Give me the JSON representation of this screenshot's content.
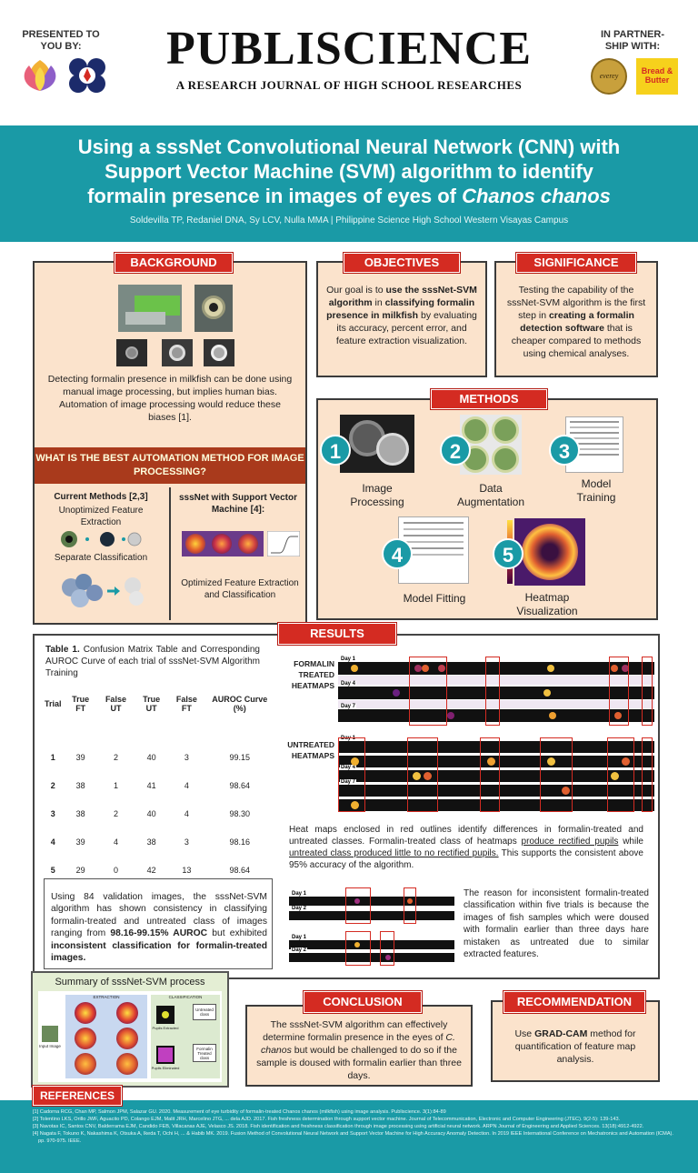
{
  "header": {
    "presented_by": "PRESENTED TO YOU BY:",
    "masthead": "PUBLISCIENCE",
    "masthead_sub": "A RESEARCH JOURNAL OF HIGH SCHOOL RESEARCHES",
    "partnership": "IN PARTNER- SHIP WITH:",
    "partner1": "everey",
    "partner2": "Bread & Butter"
  },
  "title": {
    "line1": "Using a sssNet Convolutional Neural Network (CNN) with",
    "line2": "Support Vector Machine (SVM) algorithm to identify",
    "line3_a": "formalin presence in images of eyes of ",
    "line3_b": "Chanos chanos",
    "authors": "Soldevilla TP, Redaniel DNA, Sy LCV, Nulla MMA | Philippine Science High School Western Visayas Campus"
  },
  "background": {
    "tag": "BACKGROUND",
    "text": "Detecting formalin presence in milkfish can be done using manual image processing, but implies human bias. Automation of image processing would reduce these biases [1].",
    "question": "WHAT IS THE BEST AUTOMATION METHOD FOR IMAGE PROCESSING?",
    "current_title": "Current Methods [2,3]",
    "current_line1": "Unoptimized Feature Extraction",
    "current_line2": "Separate Classification",
    "sssnet_title": "sssNet with Support Vector Machine [4]:",
    "sssnet_line": "Optimized Feature Extraction and Classification"
  },
  "objectives": {
    "tag": "OBJECTIVES",
    "t1": "Our goal is to ",
    "b1": "use the sssNet-SVM algorithm",
    "t2": " in ",
    "b2": "classifying formalin presence in milkfish",
    "t3": " by evaluating its accuracy, percent error, and feature extraction visualization."
  },
  "significance": {
    "tag": "SIGNIFICANCE",
    "t1": "Testing the capability of the sssNet-SVM algorithm is the first step in ",
    "b1": "creating a formalin detection software",
    "t2": " that is cheaper compared to methods using chemical analyses."
  },
  "methods": {
    "tag": "METHODS",
    "steps": [
      {
        "num": "1",
        "label": "Image Processing"
      },
      {
        "num": "2",
        "label": "Data Augmentation"
      },
      {
        "num": "3",
        "label": "Model Training"
      },
      {
        "num": "4",
        "label": "Model Fitting"
      },
      {
        "num": "5",
        "label": "Heatmap Visualization"
      }
    ]
  },
  "results": {
    "tag": "RESULTS",
    "table_caption_bold": "Table 1.",
    "table_caption": " Confusion Matrix Table and Corresponding AUROC Curve of each trial of sssNet-SVM Algorithm Training",
    "columns": [
      "Trial",
      "True FT",
      "False UT",
      "True UT",
      "False FT",
      "AUROC Curve (%)"
    ],
    "rows": [
      [
        "1",
        "39",
        "2",
        "40",
        "3",
        "99.15"
      ],
      [
        "2",
        "38",
        "1",
        "41",
        "4",
        "98.64"
      ],
      [
        "3",
        "38",
        "2",
        "40",
        "4",
        "98.30"
      ],
      [
        "4",
        "39",
        "4",
        "38",
        "3",
        "98.16"
      ],
      [
        "5",
        "29",
        "0",
        "42",
        "13",
        "98.64"
      ]
    ],
    "formalin_label": "FORMALIN TREATED HEATMAPS",
    "untreated_label": "UNTREATED HEATMAPS",
    "day1": "Day 1",
    "day4": "Day 4",
    "day7": "Day 7",
    "day2": "Day 2",
    "heat_caption_1": "Heat maps enclosed in red outlines identify differences in formalin-treated and untreated classes. Formalin-treated class of heatmaps ",
    "heat_caption_u1": "produce rectified pupils",
    "heat_caption_2": " while ",
    "heat_caption_u2": "untreated class produced little to no rectified pupils.",
    "heat_caption_3": " This supports the consistent above 95% accuracy of the algorithm.",
    "summary_1": "Using 84 validation images, the sssNet-SVM algorithm has shown consistency in classifying formalin-treated and untreated class of images ranging from ",
    "summary_b1": "98.16-99.15% AUROC",
    "summary_2": " but exhibited ",
    "summary_b2": "inconsistent classification for formalin-treated images.",
    "reason": "The reason for inconsistent formalin-treated classification within five trials is because the images of fish samples which were doused with formalin earlier than three days hare mistaken as untreated due to similar extracted features.",
    "process_title": "Summary of sssNet-SVM process",
    "process_extraction": "EXTRACTION",
    "process_classification": "CLASSIFICATION",
    "process_input": "Input Image",
    "process_untreated": "Untreated class",
    "process_treated": "Formalin Treated class",
    "process_pupils1": "Pupils Extracted",
    "process_pupils2": "Pupils Eliminated"
  },
  "conclusion": {
    "tag": "CONCLUSION",
    "t1": "The sssNet-SVM algorithm can effectively determine formalin presence in the eyes of ",
    "i1": "C. chanos",
    "t2": " but would be challenged to do so if the sample is doused with formalin earlier than three days."
  },
  "recommendation": {
    "tag": "RECOMMENDATION",
    "t1": "Use ",
    "b1": "GRAD-CAM",
    "t2": " method for quantification of feature map analysis."
  },
  "references": {
    "tag": "REFERENCES",
    "items": [
      "[1] Cadorna RCG, Chan MP, Salmon JPM, Salazar GU. 2020. Measurement of eye turbidity of formalin-treated Chanos chanos (milkfish) using image analysis. Publiscience. 3(1):84-89",
      "[2] Tolentino LKS, Orillo JWF, Aguacito PD, Colango EJM, Malit JRH, Marcelino JTG, ... dela AJD. 2017. Fish freshness determination through support vector machine. Journal of Telecommunication, Electronic and Computer Engineering (JTEC). 9(2-5): 139-143.",
      "[3] Navotas IC, Santos CNV, Balderrama EJM, Candido FEB, Villacanas AJE, Velasco JS. 2018. Fish identification and freshness classification through image processing using artificial neural network. ARPN Journal of Engineering and Applied Sciences. 13(18):4912-4922.",
      "[4] Nagata F, Tokuno K, Nakashima K, Otsuka A, Ikeda T, Ochi H, ... & Habib MK. 2019. Fusion Method of Convolutional Neural Network and Support Vector Machine for High Accuracy Anomaly Detection. In 2019 IEEE International Conference on Mechatronics and Automation (ICMA). pp. 970-975. IEEE."
    ]
  },
  "colors": {
    "teal": "#1a9aa6",
    "red": "#d42b22",
    "peach": "#fbe3cc",
    "dark_red": "#a93a1c"
  }
}
